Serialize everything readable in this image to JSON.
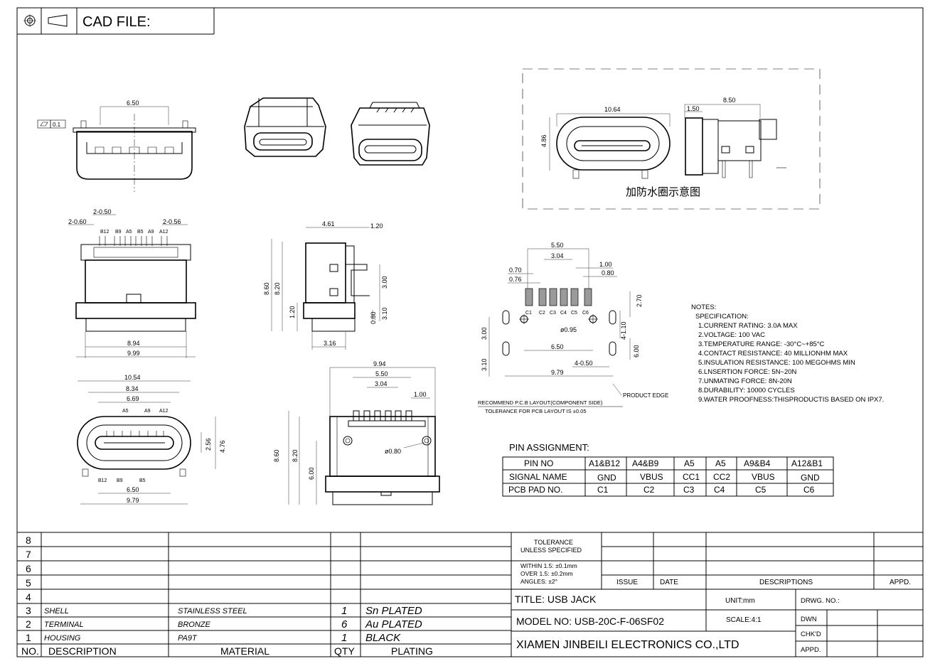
{
  "header": {
    "cad_label": "CAD FILE:"
  },
  "dims": {
    "flat": "0.1",
    "front_top": "6.50",
    "top_view": {
      "d1": "2-0.50",
      "d2": "2-0.60",
      "d3": "2-0.56",
      "pins": [
        "B12",
        "B9",
        "A5",
        "B5",
        "A9",
        "A12"
      ],
      "w1": "8.94",
      "w2": "9.99"
    },
    "side_view": {
      "w1": "4.61",
      "w2": "1.20",
      "h1": "8.60",
      "h2": "8.20",
      "h3": "1.20",
      "h4": "3.00",
      "h5": "0.80",
      "h6": "3.10",
      "b1": "3.16"
    },
    "bottom_view": {
      "w1": "10.54",
      "w2": "8.34",
      "w3": "6.69",
      "top_pins": [
        "A5",
        "A9",
        "A12"
      ],
      "bot_pins": [
        "B12",
        "B9",
        "B5"
      ],
      "h1": "2.56",
      "h2": "4.76",
      "b1": "6.50",
      "b2": "9.79"
    },
    "rear_view": {
      "w1": "9.94",
      "w2": "5.50",
      "w3": "3.04",
      "w4": "1.00",
      "h1": "8.60",
      "h2": "8.20",
      "h3": "6.00",
      "hole": "ø0.80"
    },
    "waterproof": {
      "w1": "10.64",
      "h1": "4.86",
      "w2": "8.50",
      "w3": "1.50",
      "caption": "加防水圈示意图"
    },
    "pcb": {
      "w1": "5.50",
      "w2": "3.04",
      "l1": "0.70",
      "l2": "0.76",
      "r1": "1.00",
      "r2": "0.80",
      "pads": [
        "C1",
        "C2",
        "C3",
        "C4",
        "C5",
        "C6"
      ],
      "hole": "ø0.95",
      "w3": "6.50",
      "w4": "9.79",
      "s1": "4-0.50",
      "v1": "2.70",
      "v2": "4-1.10",
      "v3": "6.00",
      "v4": "3.00",
      "v5": "3.10",
      "product_edge": "PRODUCT EDGE",
      "recommend": "RECOMMEND P.C.B LAYOUT(COMPONENT SIDE)",
      "tolerance": "TOLERANCE FOR PCB LAYOUT IS ±0.05"
    }
  },
  "notes": {
    "heading": "NOTES:",
    "subheading": "SPECIFICATION:",
    "items": [
      "1.CURRENT RATING: 3.0A MAX",
      "2.VOLTAGE: 100 VAC",
      "3.TEMPERATURE RANGE: -30°C~+85°C",
      "4.CONTACT RESISTANCE: 40 MILLIONHM MAX",
      "5.INSULATION RESISTANCE: 100 MEGOHMS MIN",
      "6.LNSERTION FORCE: 5N~20N",
      "7.UNMATING FORCE: 8N-20N",
      "8.DURABILITY: 10000 CYCLES",
      "9.WATER PROOFNESS:THISPRODUCTIS BASED ON IPX7."
    ]
  },
  "pin_assignment": {
    "title": "PIN ASSIGNMENT:",
    "rows": [
      [
        "PIN NO",
        "A1&B12",
        "A4&B9",
        "A5",
        "A5",
        "A9&B4",
        "A12&B1"
      ],
      [
        "SIGNAL NAME",
        "GND",
        "VBUS",
        "CC1",
        "CC2",
        "VBUS",
        "GND"
      ],
      [
        "PCB PAD NO.",
        "C1",
        "C2",
        "C3",
        "C4",
        "C5",
        "C6"
      ]
    ]
  },
  "title_block": {
    "rev_numbers": [
      "8",
      "7",
      "6",
      "5",
      "4",
      "3",
      "2",
      "1"
    ],
    "parts": [
      {
        "description": "SHELL",
        "material": "STAINLESS STEEL",
        "qty": "1",
        "plating": "Sn PLATED"
      },
      {
        "description": "TERMINAL",
        "material": "BRONZE",
        "qty": "6",
        "plating": "Au PLATED"
      },
      {
        "description": "HOUSING",
        "material": "PA9T",
        "qty": "1",
        "plating": "BLACK"
      }
    ],
    "headers": {
      "no": "NO.",
      "description": "DESCRIPTION",
      "material": "MATERIAL",
      "qty": "QTY",
      "plating": "PLATING"
    },
    "tolerance_title": [
      "TOLERANCE",
      "UNLESS SPECIFIED"
    ],
    "tolerance_lines": [
      "WITHIN 1.5: ±0.1mm",
      "OVER 1.5:  ±0.2mm",
      "ANGLES: ±2°"
    ],
    "issue": "ISSUE",
    "date": "DATE",
    "descriptions": "DESCRIPTIONS",
    "appd": "APPD.",
    "title": "TITLE: USB JACK",
    "model": "MODEL NO: USB-20C-F-06SF02",
    "company": "XIAMEN JINBEILI ELECTRONICS CO.,LTD",
    "unit": "UNIT:mm",
    "scale": "SCALE:4:1",
    "drwg_no": "DRWG. NO.:",
    "dwn": "DWN",
    "chkd": "CHK'D",
    "appd2": "APPD."
  }
}
